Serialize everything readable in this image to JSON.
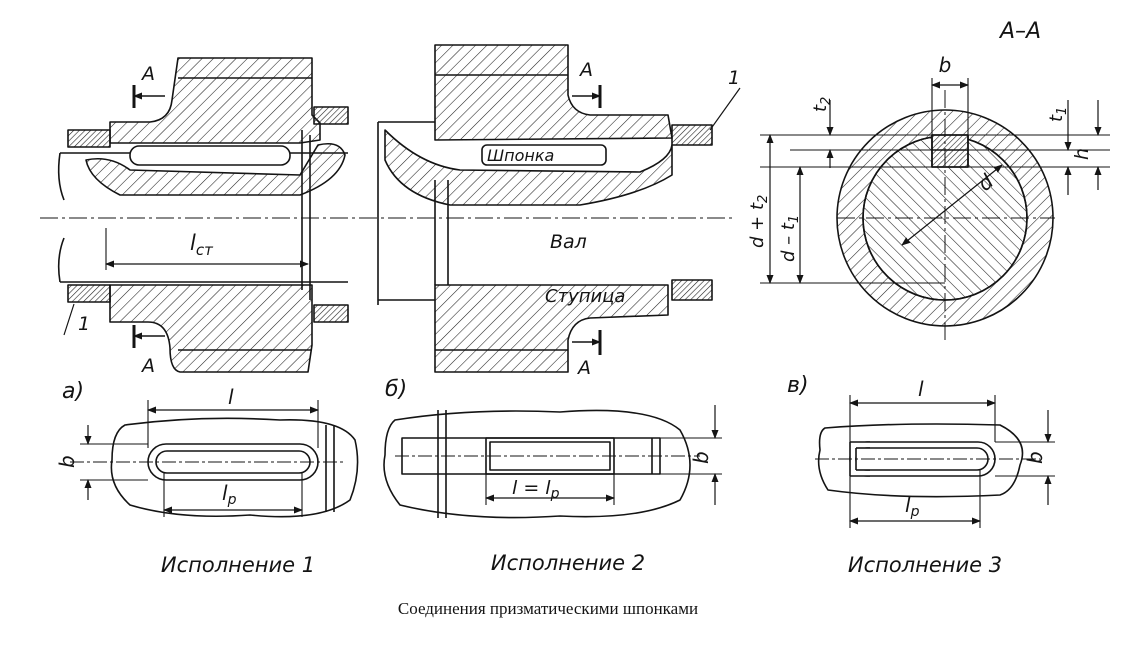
{
  "caption": "Соединения призматическими шпонками",
  "section_title": "А–А",
  "labels": {
    "a": "А",
    "one": "1",
    "l_st": "l",
    "l_st_sub": "ст",
    "shponka": "Шпонка",
    "val": "Вал",
    "stupica": "Ступица",
    "b": "b",
    "t2": "t",
    "t2_sub": "2",
    "t1": "t",
    "t1_sub": "1",
    "h": "h",
    "d": "d",
    "d_plus_t2": "d + t",
    "d_plus_t2_sub": "2",
    "d_minus_t1": "d – t",
    "d_minus_t1_sub": "1",
    "l": "l",
    "lp": "l",
    "lp_sub": "p",
    "l_eq_lp": "l = l",
    "l_eq_lp_sub": "p",
    "variant_a": "а)",
    "variant_b": "б)",
    "variant_v": "в)"
  },
  "variants": [
    {
      "name": "Исполнение 1"
    },
    {
      "name": "Исполнение 2"
    },
    {
      "name": "Исполнение 3"
    }
  ]
}
